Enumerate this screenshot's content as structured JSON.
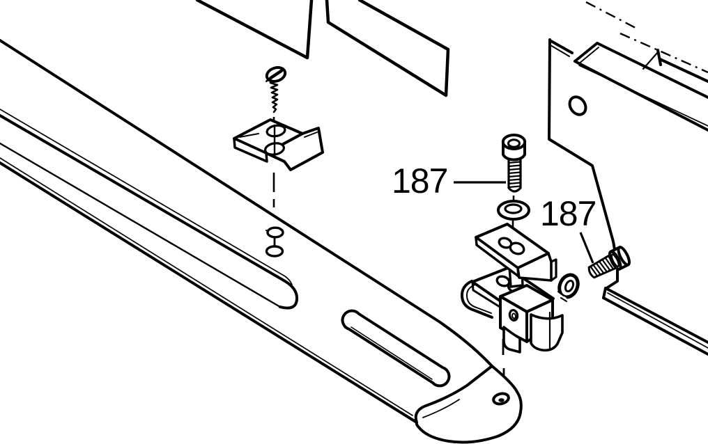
{
  "diagram": {
    "kind": "exploded-parts-diagram",
    "background_color": "#ffffff",
    "line_color": "#000000",
    "label_color": "#000000",
    "part_labels": [
      {
        "text": "187",
        "points_to": "socket-head-cap-screw"
      },
      {
        "text": "187",
        "points_to": "pan-head-machine-screw"
      }
    ],
    "parts": [
      "upper-panel-left",
      "upper-panel-right",
      "support-arm",
      "arm-slot-long",
      "arm-slot-short",
      "arm-end-hole",
      "tapping-screw",
      "clip-bracket",
      "spacer-washer-pair",
      "socket-head-cap-screw",
      "flat-washer",
      "clamp-assembly",
      "split-lock-washer",
      "pan-head-machine-screw",
      "side-panel",
      "top-guide-rail",
      "bottom-guide-rail",
      "centerline-marks"
    ]
  }
}
